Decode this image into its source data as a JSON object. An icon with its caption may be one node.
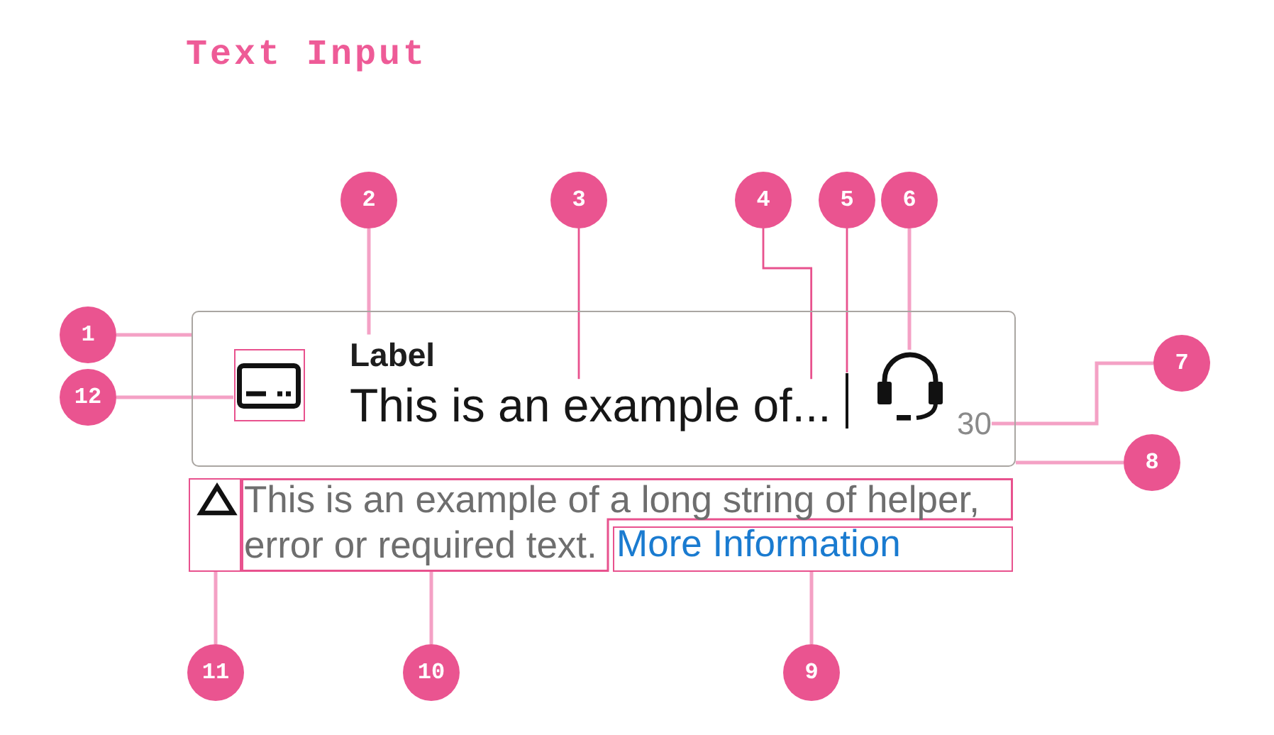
{
  "diagram": {
    "title": "Text Input",
    "nodes": [
      {
        "text": [
          "1"
        ]
      },
      {
        "text": [
          "2"
        ]
      },
      {
        "text": [
          "3"
        ]
      },
      {
        "text": [
          "4"
        ]
      },
      {
        "text": [
          "5"
        ]
      },
      {
        "text": [
          "6"
        ]
      },
      {
        "text": [
          "7"
        ]
      },
      {
        "text": [
          "8"
        ]
      },
      {
        "text": [
          "9"
        ]
      },
      {
        "text": [
          "10"
        ]
      },
      {
        "text": [
          "11"
        ]
      },
      {
        "text": [
          "12"
        ]
      },
      {
        "text": [],
        "shape": "box"
      },
      {
        "text": [],
        "shape": "picture",
        "in": 12
      },
      {
        "text": [
          "Label"
        ],
        "in": 12
      },
      {
        "text": [
          "This is an example of..."
        ],
        "in": 12
      },
      {
        "text": [],
        "shape": "bar",
        "in": 12
      },
      {
        "text": [],
        "shape": "picture",
        "in": 12
      },
      {
        "text": [
          "30"
        ],
        "in": 12
      },
      {
        "text": [],
        "shape": "picture"
      },
      {
        "text": [
          "This is an example of a long string of helper, error or required text."
        ]
      },
      {
        "text": [
          "More Information"
        ],
        "in": 20
      }
    ],
    "edges": [
      {
        "from": 0,
        "to": 12,
        "arrow": "none"
      },
      {
        "from": 1,
        "to": 14,
        "arrow": "none"
      },
      {
        "from": 2,
        "to": 15,
        "arrow": "none",
        "color": "#e8528e"
      },
      {
        "from": 3,
        "to": 15,
        "arrow": "none",
        "color": "#e8528e"
      },
      {
        "from": 4,
        "to": 16,
        "arrow": "none",
        "color": "#e8528e"
      },
      {
        "from": 5,
        "to": 17,
        "arrow": "none"
      },
      {
        "from": 6,
        "to": 18,
        "arrow": "none"
      },
      {
        "from": 7,
        "to": 12,
        "arrow": "none"
      },
      {
        "from": 8,
        "to": 21,
        "arrow": "none"
      },
      {
        "from": 9,
        "to": 20,
        "arrow": "none"
      },
      {
        "from": 10,
        "to": 19,
        "arrow": "none"
      },
      {
        "from": 11,
        "to": 13,
        "arrow": "none"
      }
    ]
  }
}
